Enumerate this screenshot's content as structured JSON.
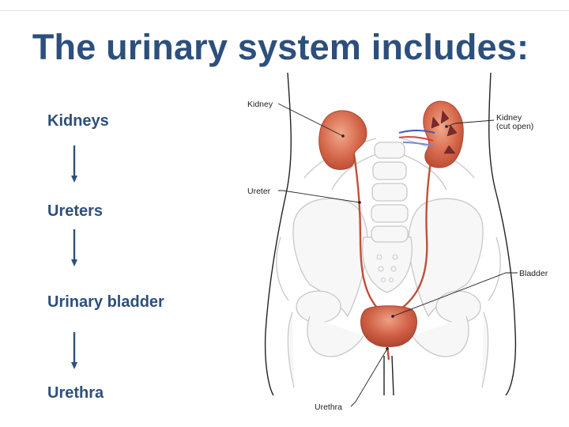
{
  "title": "The urinary system includes:",
  "steps": [
    "Kidneys",
    "Ureters",
    "Urinary bladder",
    "Urethra"
  ],
  "labels": {
    "kidney_left": "Kidney",
    "kidney_right_line1": "Kidney",
    "kidney_right_line2": "(cut open)",
    "ureter": "Ureter",
    "bladder": "Bladder",
    "urethra": "Urethra"
  },
  "colors": {
    "title": "#2d4f7c",
    "organ": "#c0503a",
    "bone_outline": "#c8c8c8",
    "arrow": "#2d4f7c"
  }
}
